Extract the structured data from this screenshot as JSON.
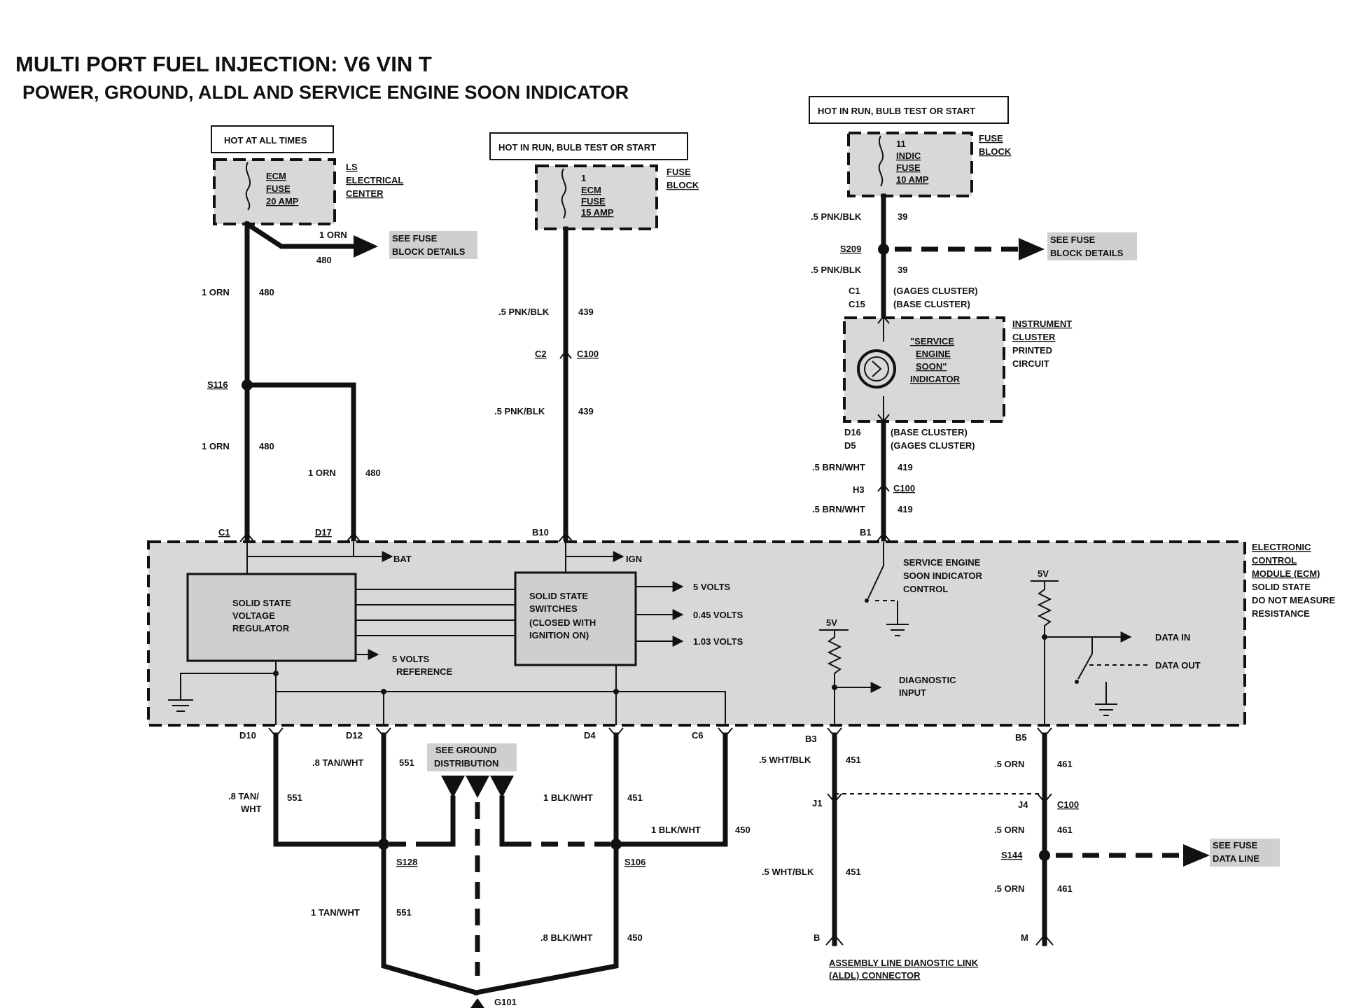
{
  "title": {
    "main": "MULTI PORT FUEL INJECTION: V6 VIN T",
    "sub": "POWER, GROUND, ALDL AND SERVICE ENGINE SOON INDICATOR"
  },
  "power_labels": {
    "hot_all_times": "HOT AT ALL TIMES",
    "hot_run_1": "HOT IN RUN, BULB TEST OR START",
    "hot_run_2": "HOT IN RUN, BULB TEST OR START"
  },
  "fuses": {
    "ecm20": {
      "l1": "ECM",
      "l2": "FUSE",
      "l3": "20 AMP"
    },
    "ecm15": {
      "l0": "1",
      "l1": "ECM",
      "l2": "FUSE",
      "l3": "15 AMP"
    },
    "indic": {
      "l0": "11",
      "l1": "INDIC",
      "l2": "FUSE",
      "l3": "10 AMP"
    }
  },
  "locations": {
    "ls_center": [
      "LS",
      "ELECTRICAL",
      "CENTER"
    ],
    "fuse_block_1": [
      "FUSE",
      "BLOCK"
    ],
    "fuse_block_2": [
      "FUSE",
      "BLOCK"
    ],
    "instrument": [
      "INSTRUMENT",
      "CLUSTER",
      "PRINTED",
      "CIRCUIT"
    ],
    "ecm": [
      "ELECTRONIC",
      "CONTROL",
      "MODULE (ECM)",
      "SOLID STATE",
      "DO NOT MEASURE",
      "RESISTANCE"
    ]
  },
  "see_refs": {
    "fuse_block_1": [
      "SEE FUSE",
      "BLOCK DETAILS"
    ],
    "fuse_block_2": [
      "SEE FUSE",
      "BLOCK DETAILS"
    ],
    "ground": [
      "SEE GROUND",
      "DISTRIBUTION"
    ],
    "data_line": [
      "SEE FUSE",
      "DATA LINE"
    ]
  },
  "wires": {
    "w1": [
      "1 ORN",
      "480"
    ],
    "w2": [
      "1 ORN",
      "480"
    ],
    "w3": [
      "1 ORN",
      "480"
    ],
    "w4": [
      "1 ORN",
      "480"
    ],
    "w5": [
      ".5 PNK/BLK",
      "439"
    ],
    "w6": [
      ".5 PNK/BLK",
      "439"
    ],
    "w7": [
      ".5 PNK/BLK",
      "39"
    ],
    "w8": [
      ".5 PNK/BLK",
      "39"
    ],
    "w9": [
      ".5 BRN/WHT",
      "419"
    ],
    "w10": [
      ".5 BRN/WHT",
      "419"
    ],
    "w11": [
      ".8 TAN/WHT",
      "551"
    ],
    "w12": [
      ".8 TAN/",
      "WHT",
      "551"
    ],
    "w13": [
      "1 TAN/WHT",
      "551"
    ],
    "w14": [
      "1 BLK/WHT",
      "451"
    ],
    "w15": [
      "1 BLK/WHT",
      "450"
    ],
    "w16": [
      ".8 BLK/WHT",
      "450"
    ],
    "w17": [
      ".5 WHT/BLK",
      "451"
    ],
    "w18": [
      ".5 WHT/BLK",
      "451"
    ],
    "w19": [
      ".5 ORN",
      "461"
    ],
    "w20": [
      ".5 ORN",
      "461"
    ],
    "w21": [
      ".5 ORN",
      "461"
    ]
  },
  "splices": {
    "s116": "S116",
    "s209": "S209",
    "s128": "S128",
    "s106": "S106",
    "s144": "S144"
  },
  "connectors": {
    "c1": "C1",
    "d17": "D17",
    "b10": "B10",
    "b1": "B1",
    "c2": "C2",
    "c100a": "C100",
    "c1g": "C1",
    "c15": "C15",
    "gages": "(GAGES CLUSTER)",
    "base": "(BASE CLUSTER)",
    "d16": "D16",
    "d5": "D5",
    "base2": "(BASE CLUSTER)",
    "gages2": "(GAGES CLUSTER)",
    "h3": "H3",
    "c100b": "C100",
    "d10": "D10",
    "d12": "D12",
    "d4": "D4",
    "c6": "C6",
    "b3": "B3",
    "b5": "B5",
    "j1": "J1",
    "j4": "J4",
    "c100c": "C100",
    "b": "B",
    "m": "M",
    "g101": "G101"
  },
  "ecm_internals": {
    "bat": "BAT",
    "ign": "IGN",
    "regulator": [
      "SOLID STATE",
      "VOLTAGE",
      "REGULATOR"
    ],
    "switches": [
      "SOLID STATE",
      "SWITCHES",
      "(CLOSED WITH",
      "IGNITION ON)"
    ],
    "v5": "5 VOLTS",
    "v045": "0.45 VOLTS",
    "v103": "1.03 VOLTS",
    "ref": [
      "5 VOLTS",
      "REFERENCE"
    ],
    "ses_ctrl": [
      "SERVICE ENGINE",
      "SOON INDICATOR",
      "CONTROL"
    ],
    "fivev1": "5V",
    "fivev2": "5V",
    "diag": [
      "DIAGNOSTIC",
      "INPUT"
    ],
    "data_in": "DATA IN",
    "data_out": "DATA OUT"
  },
  "indicator": [
    "\"SERVICE",
    "ENGINE",
    "SOON\"",
    "INDICATOR"
  ],
  "aldl": [
    "ASSEMBLY LINE DIANOSTIC LINK",
    "(ALDL) CONNECTOR"
  ]
}
